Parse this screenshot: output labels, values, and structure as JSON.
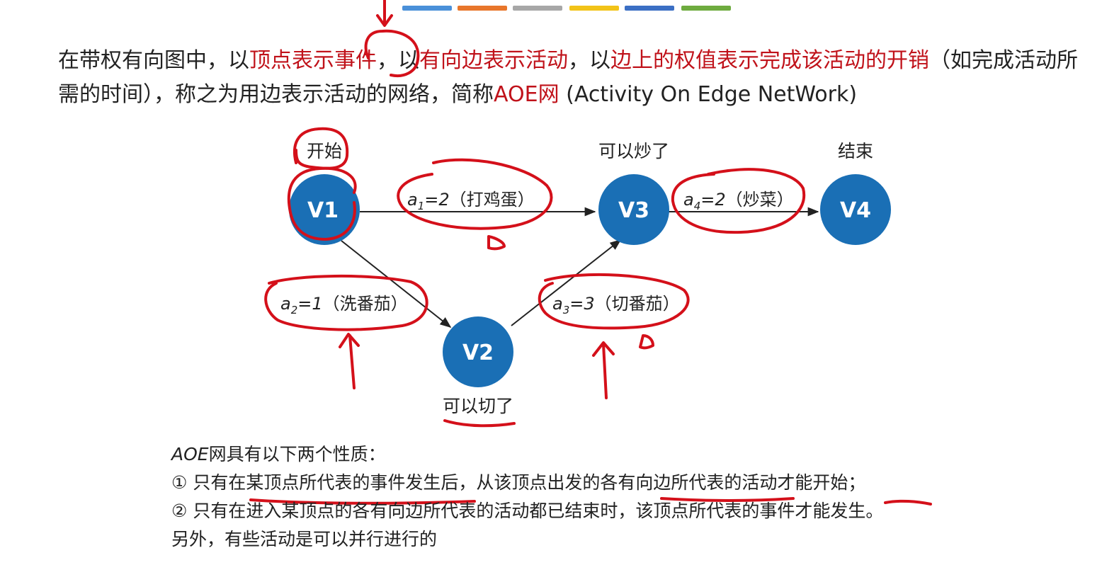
{
  "top_bar_colors": [
    "#4a90d9",
    "#e8762b",
    "#a7a7a7",
    "#f2c318",
    "#3b6fc4",
    "#6eab3f"
  ],
  "intro": {
    "p1": "在带权有向图中，以",
    "r1": "顶点表示事件",
    "p2": "，以",
    "r2": "有向边表示活动",
    "p3": "，以",
    "r3": "边上的权值表示完成该活动的开销",
    "p4": "（如完成活动所需的时间），称之为用边表示活动的网络，简称",
    "r4": "AOE网",
    "p5": " (Activity On Edge NetWork)"
  },
  "diagram": {
    "node_color": "#1a6fb5",
    "nodes": [
      {
        "id": "V1",
        "label": "V1",
        "caption": "开始"
      },
      {
        "id": "V2",
        "label": "V2",
        "caption": "可以切了"
      },
      {
        "id": "V3",
        "label": "V3",
        "caption": "可以炒了"
      },
      {
        "id": "V4",
        "label": "V4",
        "caption": "结束"
      }
    ],
    "edges": [
      {
        "from": "V1",
        "to": "V3",
        "sym": "a",
        "sub": "1",
        "weight": "=2",
        "activity": "（打鸡蛋）"
      },
      {
        "from": "V1",
        "to": "V2",
        "sym": "a",
        "sub": "2",
        "weight": "=1",
        "activity": "（洗番茄）"
      },
      {
        "from": "V2",
        "to": "V3",
        "sym": "a",
        "sub": "3",
        "weight": "=3",
        "activity": "（切番茄）"
      },
      {
        "from": "V3",
        "to": "V4",
        "sym": "a",
        "sub": "4",
        "weight": "=2",
        "activity": "（炒菜）"
      }
    ],
    "annotation_color": "#d4101a"
  },
  "properties": {
    "heading_aoe": "AOE",
    "heading_rest": "网具有以下两个性质：",
    "item1": "① 只有在某顶点所代表的事件发生后，从该顶点出发的各有向边所代表的活动才能开始；",
    "item2": "② 只有在进入某顶点的各有向边所代表的活动都已结束时，该顶点所代表的事件才能发生。",
    "note": "另外，有些活动是可以并行进行的"
  }
}
